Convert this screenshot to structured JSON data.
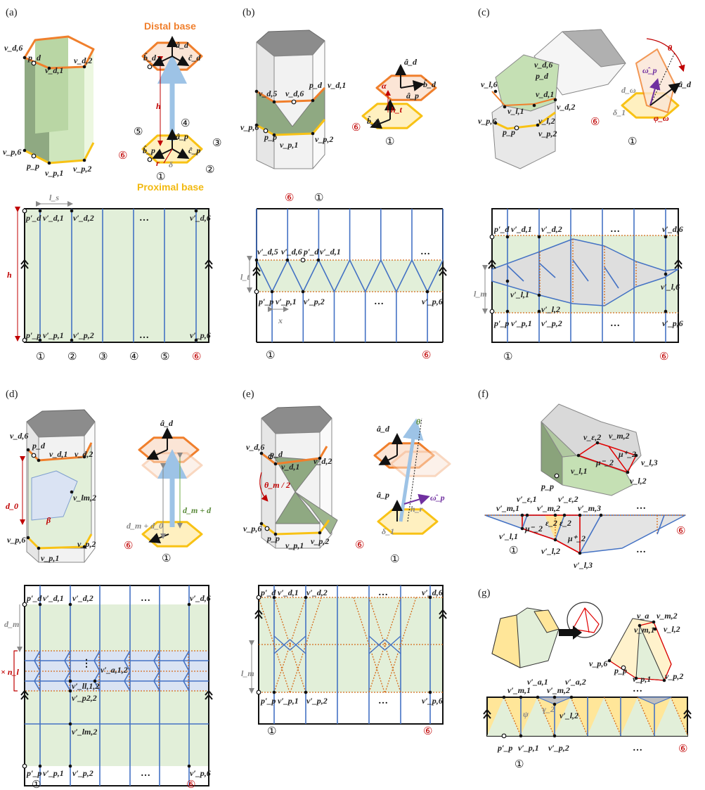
{
  "panel_labels": {
    "a": "(a)",
    "b": "(b)",
    "c": "(c)",
    "d": "(d)",
    "e": "(e)",
    "f": "(f)",
    "g": "(g)"
  },
  "colors": {
    "distal": "#f07f2c",
    "proximal": "#f8c215",
    "crease_blue": "#4472c4",
    "fold_orange": "#d56b1a",
    "face_green": "#e2efd9",
    "highlight_red": "#e00000"
  },
  "a": {
    "vd6": "v_d,6",
    "pd": "p_d",
    "vd1": "v_d,1",
    "vd2": "v_d,2",
    "vp6": "v_p,6",
    "pp": "p_p",
    "vp1": "v_p,1",
    "vp2": "v_p,2",
    "distal": "Distal base",
    "proximal": "Proximal base",
    "ad": "â_d",
    "bd": "b̂_d",
    "cd": "ĉ_d",
    "h": "h",
    "ap": "â_p",
    "bp": "b̂_p",
    "cp": "ĉ_p",
    "r": "r",
    "delta": "δ",
    "c4": "④",
    "c5": "⑤",
    "c3": "③",
    "c6": "⑥",
    "c2": "②",
    "c1": "①",
    "crease": {
      "ls": "l_s",
      "h": "h",
      "top": [
        "p′_d",
        "v′_d,1",
        "v′_d,2",
        "…",
        "v′_d,6"
      ],
      "bottom": [
        "p′_p",
        "v′_p,1",
        "v′_p,2",
        "…",
        "v′_p,6"
      ],
      "numbers": [
        "①",
        "②",
        "③",
        "④",
        "⑤",
        "⑥"
      ]
    }
  },
  "b": {
    "vd5": "v_d,5",
    "vd6": "v_d,6",
    "pd": "p_d",
    "vd1": "v_d,1",
    "vp6": "v_p,6",
    "pp": "p_p",
    "vp1": "v_p,1",
    "vp2": "v_p,2",
    "ad": "â_d",
    "alpha": "α",
    "bd": "b̂_d",
    "ht": "h_t",
    "ap": "â_p",
    "bp": "b̂_p",
    "c6": "⑥",
    "c1": "①",
    "crease": {
      "c6t": "⑥",
      "c1t": "①",
      "top": [
        "v′_d,5",
        "v′_d,6",
        "p′_d",
        "v′_d,1",
        "…"
      ],
      "lt": "l_t",
      "x": "x",
      "bottom": [
        "p′_p",
        "v′_p,1",
        "v′_p,2",
        "…",
        "v′_p,6"
      ],
      "c1b": "①",
      "c6b": "⑥"
    }
  },
  "c": {
    "vl6": "v_l,6",
    "vd6": "v_d,6",
    "pd": "p_d",
    "vd1": "v_d,1",
    "vd2": "v_d,2",
    "vl1": "v_l,1",
    "vl2": "v_l,2",
    "vp6": "v_p,6",
    "pp": "p_p",
    "vp2": "v_p,2",
    "theta": "θ",
    "omega": "ω̂_p",
    "ad": "â_d",
    "dw": "d_ω",
    "delta1": "δ_1",
    "phi": "φ_ω",
    "c6": "⑥",
    "c1": "①",
    "crease": {
      "top": [
        "p′_d",
        "v′_d,1",
        "v′_d,2",
        "…",
        "v′_d,6"
      ],
      "vl1": "v′_l,1",
      "vl2": "v′_l,2",
      "vl6": "v′_l,6",
      "lm": "l_m",
      "bottom": [
        "p′_p",
        "v′_p,1",
        "v′_p,2",
        "…",
        "v′_p,6"
      ],
      "c1": "①",
      "c6": "⑥"
    }
  },
  "d": {
    "vd6": "v_d,6",
    "pd": "p_d",
    "vd1": "v_d,1",
    "vd2": "v_d,2",
    "d0": "d_0",
    "beta": "β",
    "vlm2": "v_lm,2",
    "vp6": "v_p,6",
    "vp1": "v_p,1",
    "vp2": "v_p,2",
    "ad": "â_d",
    "dmd0": "d_m + d_0",
    "dmd": "d_m + d",
    "c6": "⑥",
    "c1": "①",
    "crease": {
      "top": [
        "p′_d",
        "v′_d,1",
        "v′_d,2",
        "…",
        "v′_d,6"
      ],
      "dm": "d_m",
      "nl": "× n_l",
      "vdots": "⋮",
      "va12": "v′_a,1,2",
      "vll12": "v′_ll,1,2",
      "vp22": "v′_p2,2",
      "vlm2": "v′_lm,2",
      "bottom": [
        "p′_p",
        "v′_p,1",
        "v′_p,2",
        "…",
        "v′_p,6"
      ],
      "c1": "①",
      "c6": "⑥"
    }
  },
  "e": {
    "vd6": "v_d,6",
    "pd": "p_d",
    "vd1": "v_d,1",
    "vd2": "v_d,2",
    "thm": "θ_m / 2",
    "vp6": "v_p,6",
    "pp": "p_p",
    "vp1": "v_p,1",
    "vp2": "v_p,2",
    "theta": "θ",
    "ad": "â_d",
    "ap": "â_p",
    "omega": "ω̂_p",
    "hr": "h_r",
    "delta1": "δ_1",
    "c6": "⑥",
    "c1": "①",
    "crease": {
      "top": [
        "p′_d",
        "v′_d,1",
        "v′_d,2",
        "…",
        "v′_d,6"
      ],
      "lm": "l_m",
      "bottom": [
        "p′_p",
        "v′_p,1",
        "v′_p,2",
        "…",
        "v′_p,6"
      ],
      "c1": "①",
      "c6": "⑥"
    }
  },
  "f": {
    "ve2": "v_ε,2",
    "vm2": "v_m,2",
    "mum": "μ⁻_2",
    "mup": "μ⁺_2",
    "vl3": "v_l,3",
    "vl1": "v_l,1",
    "vl2": "v_l,2",
    "pp": "p_p",
    "crease": {
      "top": [
        "v′_m,1",
        "v′_ε,1",
        "v′_m,2",
        "v′_ε,2",
        "v′_m,3",
        "…"
      ],
      "vl1": "v′_l,1",
      "mum": "μ⁻_2",
      "e2a": "ε_2",
      "e2b": "ε_2",
      "mup": "μ⁺_2",
      "c1": "①",
      "vl2": "v′_l,2",
      "c6": "⑥",
      "dots": "…",
      "vl3": "v′_l,3"
    }
  },
  "g": {
    "va": "v_a",
    "vm2": "v_m,2",
    "vm1": "v_m,1",
    "vl2": "v_l,2",
    "vp6": "v_p,6",
    "pp": "p_p",
    "vp1": "v_p,1",
    "vp2": "v_p,2",
    "crease": {
      "top": [
        "v′_m,1",
        "v′_a,1",
        "v′_m,2",
        "v′_a,2",
        "…"
      ],
      "psi": "ψ",
      "gamma": "γ_2",
      "vl2": "v′_l,2",
      "bottom": [
        "p′_p",
        "v′_p,1",
        "v′_p,2",
        "…"
      ],
      "c6": "⑥",
      "c1": "①"
    }
  }
}
